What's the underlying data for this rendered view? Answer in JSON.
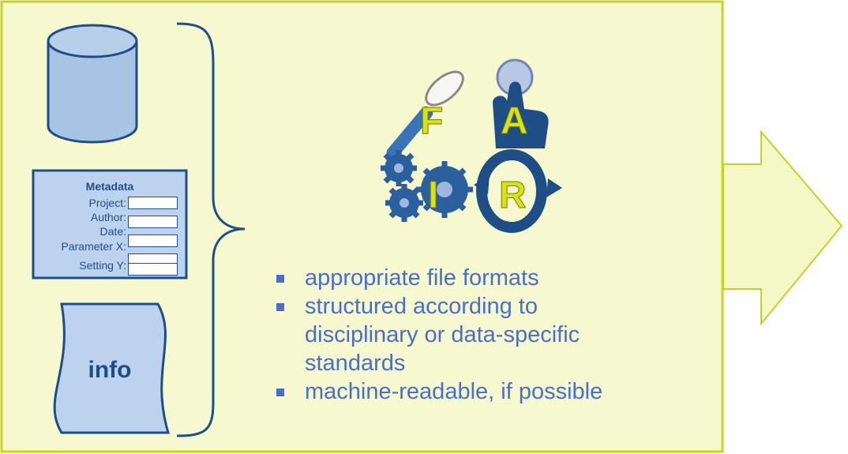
{
  "colors": {
    "panel_fill": "#f6f9cf",
    "panel_border": "#c9d51c",
    "arrow_fill": "#f4f7c6",
    "arrow_border": "#c3d129",
    "brace": "#1f4e86",
    "bullet_text": "#4a6fc4",
    "icon_blue": "#1f4e86",
    "letter_yellow": "#d8e21c"
  },
  "metadata_card": {
    "title": "Metadata",
    "fields": [
      {
        "label": "Project:"
      },
      {
        "label": "Author:"
      },
      {
        "label": "Date:"
      },
      {
        "label": "Parameter X:"
      },
      {
        "label": "Setting Y:"
      }
    ]
  },
  "info_document": {
    "label": "info"
  },
  "fair": {
    "f": "F",
    "a": "A",
    "i": "I",
    "r": "R"
  },
  "bullets": [
    "appropriate file formats",
    "structured according to disciplinary or data-specific standards",
    "machine-readable, if possible"
  ],
  "icons": {
    "database": "database-icon",
    "magnifier": "magnifier-icon",
    "hand": "hand-click-icon",
    "gears": "gears-icon",
    "cycle": "cycle-arrows-icon",
    "arrow": "right-arrow-icon"
  }
}
